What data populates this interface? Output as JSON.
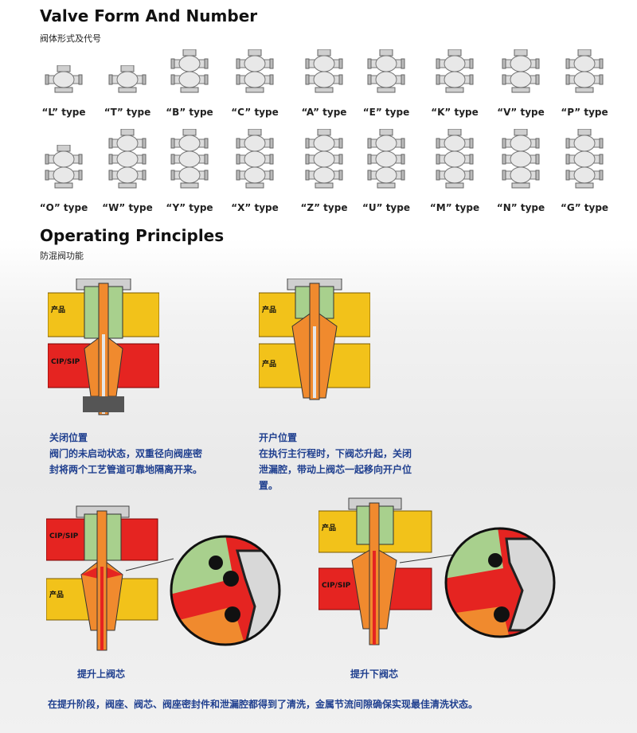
{
  "section1": {
    "title": "Valve Form And Number",
    "subtitle": "阀体形式及代号"
  },
  "valve_types_row1": [
    {
      "label": "“L” type",
      "bodies": 1
    },
    {
      "label": "“T” type",
      "bodies": 1
    },
    {
      "label": "“B” type",
      "bodies": 2
    },
    {
      "label": "“C” type",
      "bodies": 2
    },
    {
      "label": "“A” type",
      "bodies": 2
    },
    {
      "label": "“E” type",
      "bodies": 2
    },
    {
      "label": "“K” type",
      "bodies": 2
    },
    {
      "label": "“V” type",
      "bodies": 2
    },
    {
      "label": "“P” type",
      "bodies": 2
    }
  ],
  "valve_types_row2": [
    {
      "label": "“O” type",
      "bodies": 2
    },
    {
      "label": "“W” type",
      "bodies": 3
    },
    {
      "label": "“Y” type",
      "bodies": 3
    },
    {
      "label": "“X” type",
      "bodies": 3
    },
    {
      "label": "“Z” type",
      "bodies": 3
    },
    {
      "label": "“U” type",
      "bodies": 3
    },
    {
      "label": "“M” type",
      "bodies": 3
    },
    {
      "label": "“N” type",
      "bodies": 3
    },
    {
      "label": "“G” type",
      "bodies": 3
    }
  ],
  "section2": {
    "title": "Operating Principles",
    "subtitle": "防混阀功能"
  },
  "diagram_labels": {
    "product": "产品",
    "cip": "CIP/SIP"
  },
  "closed": {
    "title": "关闭位置",
    "lines": [
      "阀门的未启动状态，双重径向阀座密",
      "封将两个工艺管道可靠地隔离开来。"
    ]
  },
  "open": {
    "title": "开户位置",
    "lines": [
      "在执行主行程时，下阀芯升起，关闭",
      "泄漏腔，带动上阀芯一起移向开户位",
      "置。"
    ]
  },
  "lift_upper": {
    "caption": "提升上阀芯"
  },
  "lift_lower": {
    "caption": "提升下阀芯"
  },
  "footer": "在提升阶段，阀座、阀芯、阀座密封件和泄漏腔都得到了清洗，金属节流间隙确保实现最佳清洗状态。",
  "colors": {
    "product": "#f2c21a",
    "cip": "#e52421",
    "upper_stem": "#a8d08d",
    "lower_stem": "#f08a2e",
    "caption": "#1f3f8f"
  }
}
